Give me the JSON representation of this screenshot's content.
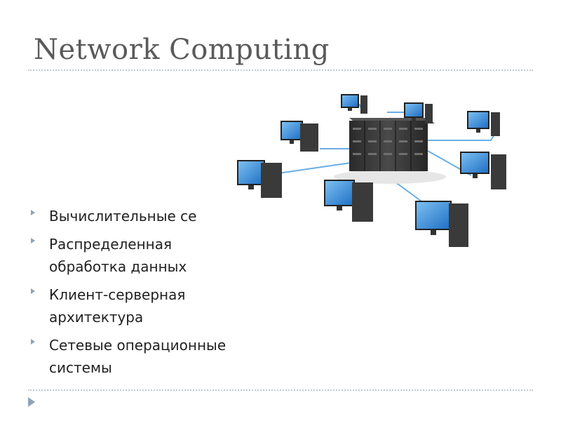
{
  "slide": {
    "title": "Network Computing",
    "bullets": [
      "Вычислительные се",
      "Распределенная\nобработка данных",
      "Клиент-серверная\nархитектура",
      "Сетевые операционные\nсистемы"
    ],
    "image": {
      "icon": "network-diagram-illustration",
      "accent_color": "#4f9bd8",
      "device_color": "#3a3a3a"
    },
    "nav_icon": "triangle-right-icon"
  }
}
